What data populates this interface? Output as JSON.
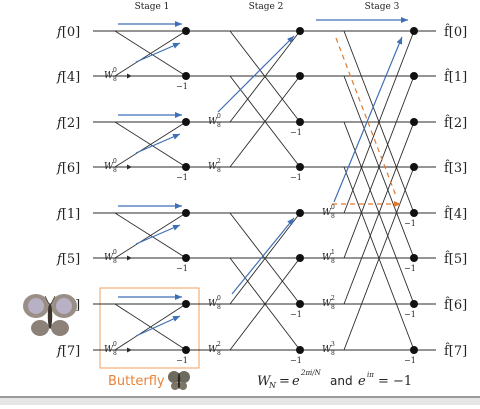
{
  "stages": [
    "Stage 1",
    "Stage 2",
    "Stage 3"
  ],
  "inputs": [
    "f[0]",
    "f[4]",
    "f[2]",
    "f[6]",
    "f[1]",
    "f[5]",
    "f[3]",
    "f[7]"
  ],
  "outputs": [
    "f̂[0]",
    "f̂[1]",
    "f̂[2]",
    "f̂[3]",
    "f̂[4]",
    "f̂[5]",
    "f̂[6]",
    "f̂[7]"
  ],
  "minus_one": "−1",
  "twiddles": {
    "stage1": [
      "W80",
      "W80",
      "W80",
      "W80"
    ],
    "stage2": [
      "W80",
      "W82",
      "W80",
      "W82"
    ],
    "stage3": [
      "W80",
      "W81",
      "W82",
      "W83"
    ]
  },
  "butterfly_label": "Butterfly",
  "formula": {
    "lhs": "W",
    "lhs_sub": "N",
    "eq": "=",
    "base": "e",
    "exponent": "2πi/N",
    "and": "and",
    "rhs": "e",
    "rhs_exp": "iπ",
    "rhs_val": "= −1"
  },
  "colors": {
    "line": "#2b2b2b",
    "arrow": "#3f6fb4",
    "highlight": "#f0a060",
    "dashed": "#e07a30",
    "butterfly_text": "#e8833a"
  }
}
